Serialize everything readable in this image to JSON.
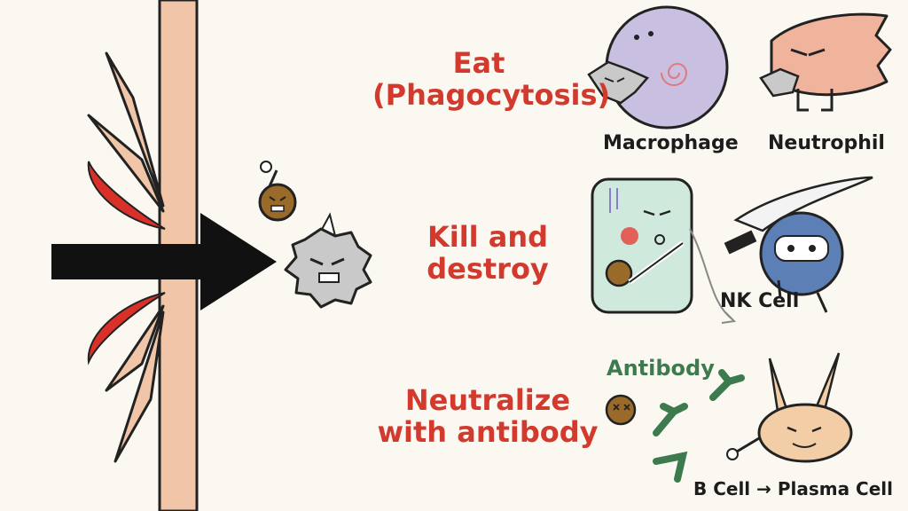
{
  "mechanisms": {
    "eat": {
      "line1": "Eat",
      "line2": "(Phagocytosis)"
    },
    "kill": {
      "line1": "Kill and",
      "line2": "destroy"
    },
    "neutralize": {
      "line1": "Neutralize",
      "line2": "with antibody"
    }
  },
  "cells": {
    "macrophage": "Macrophage",
    "neutrophil": "Neutrophil",
    "nk_cell": "NK Cell",
    "antibody": "Antibody",
    "b_cell": "B Cell → Plasma Cell"
  },
  "colors": {
    "heading_red": "#d23a2e",
    "antibody_green": "#3d7b4e",
    "skin": "#f1c6a8",
    "blood": "#d9312a",
    "macrophage": "#c9bfe0",
    "neutrophil": "#f0b39c",
    "nk_cell": "#5c7fb5",
    "infected_cell": "#cfe9dc",
    "germ_gray": "#c9c9c9",
    "microbe_brown": "#9a6a2b"
  },
  "icons": [
    "skin-barrier-icon",
    "blood-drop-icon",
    "entry-arrow-icon",
    "virus-germ-icon",
    "bacterium-icon",
    "macrophage-icon",
    "neutrophil-icon",
    "infected-cell-icon",
    "nk-cell-icon",
    "antibody-icon",
    "plasma-cell-icon"
  ]
}
